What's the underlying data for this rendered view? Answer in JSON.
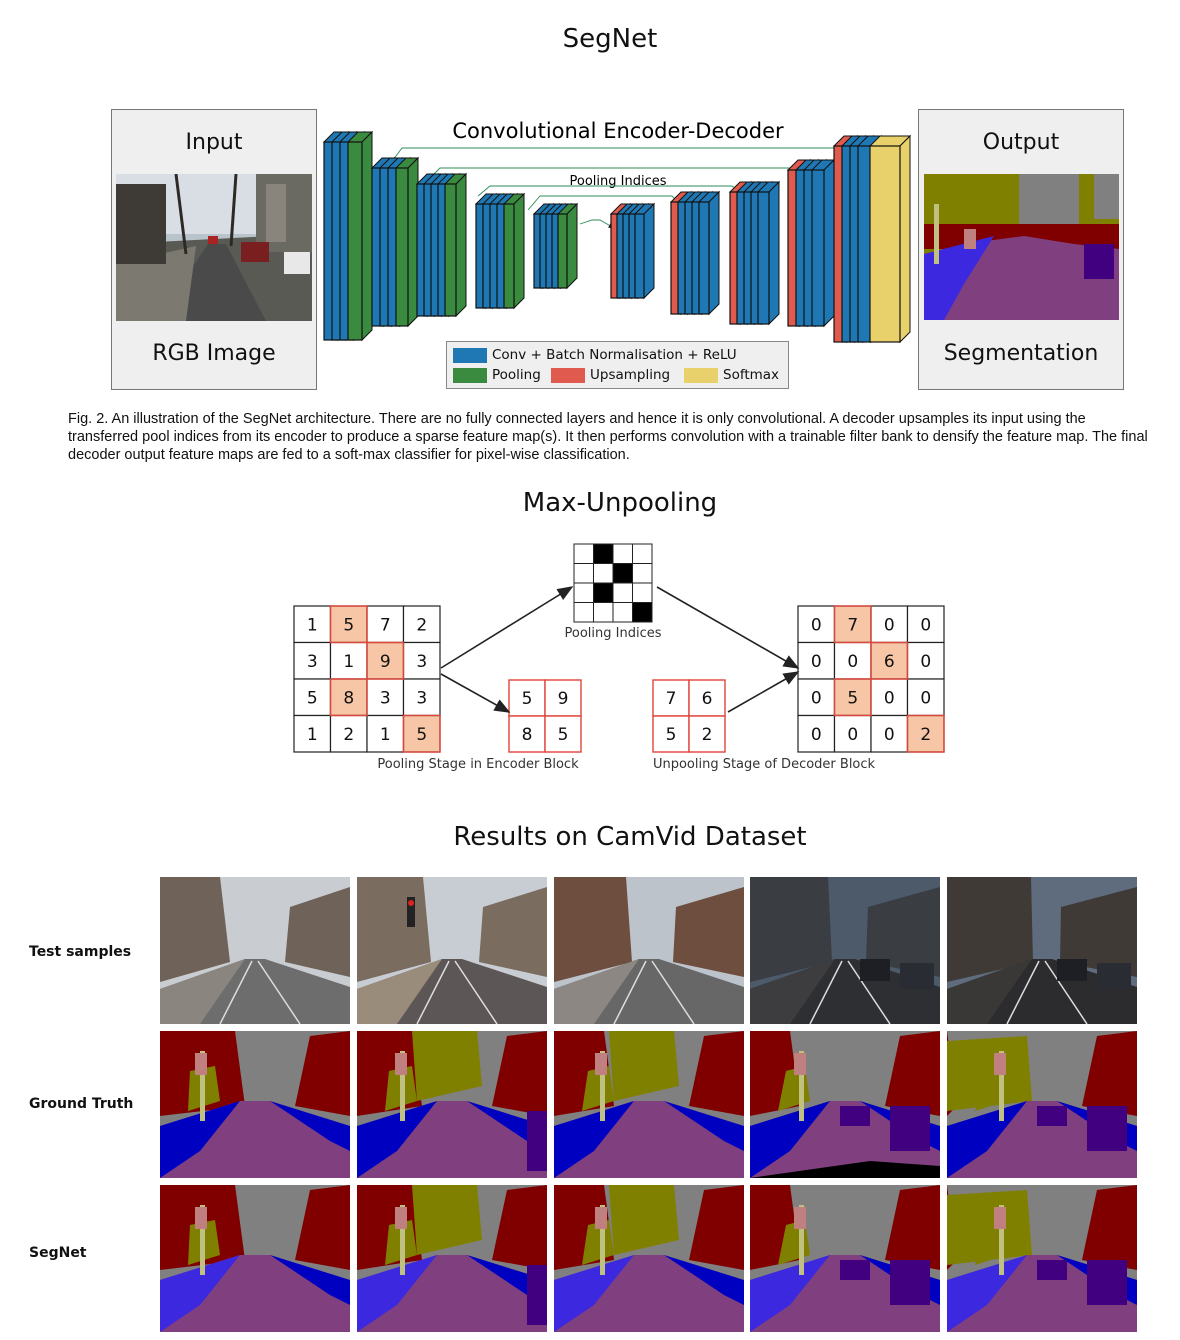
{
  "segnet": {
    "title": "SegNet",
    "input_panel": {
      "header": "Input",
      "footer": "RGB Image"
    },
    "output_panel": {
      "header": "Output",
      "footer": "Segmentation"
    },
    "arch_label": "Convolutional Encoder-Decoder",
    "indices_label": "Pooling Indices",
    "legend": [
      {
        "label": "Conv + Batch Normalisation + ReLU",
        "color": "#1f78b4"
      },
      {
        "label": "Pooling",
        "color": "#3a8a3f"
      },
      {
        "label": "Upsampling",
        "color": "#e05a4e"
      },
      {
        "label": "Softmax",
        "color": "#e8d06a"
      }
    ],
    "caption": "Fig. 2. An illustration of the SegNet architecture. There are no fully connected layers and hence it is only convolutional. A decoder upsamples its input using the transferred pool indices from its encoder to produce a sparse feature map(s). It then performs convolution with a trainable filter bank to densify the feature map. The final decoder output feature maps are fed to a soft-max classifier for pixel-wise classification."
  },
  "unpool": {
    "title": "Max-Unpooling",
    "input_grid": [
      [
        "1",
        "5",
        "7",
        "2"
      ],
      [
        "3",
        "1",
        "9",
        "3"
      ],
      [
        "5",
        "8",
        "3",
        "3"
      ],
      [
        "1",
        "2",
        "1",
        "5"
      ]
    ],
    "input_highlight": [
      [
        0,
        1
      ],
      [
        1,
        2
      ],
      [
        2,
        1
      ],
      [
        3,
        3
      ]
    ],
    "pooled_grid": [
      [
        "5",
        "9"
      ],
      [
        "8",
        "5"
      ]
    ],
    "indices_label": "Pooling Indices",
    "indices_black": [
      [
        0,
        1
      ],
      [
        1,
        2
      ],
      [
        2,
        1
      ],
      [
        3,
        3
      ]
    ],
    "decoder_input": [
      [
        "7",
        "6"
      ],
      [
        "5",
        "2"
      ]
    ],
    "output_grid": [
      [
        "0",
        "7",
        "0",
        "0"
      ],
      [
        "0",
        "0",
        "6",
        "0"
      ],
      [
        "0",
        "5",
        "0",
        "0"
      ],
      [
        "0",
        "0",
        "0",
        "2"
      ]
    ],
    "output_highlight": [
      [
        0,
        1
      ],
      [
        1,
        2
      ],
      [
        2,
        1
      ],
      [
        3,
        3
      ]
    ],
    "encoder_label": "Pooling Stage in Encoder Block",
    "decoder_label": "Unpooling Stage of Decoder Block",
    "cell_highlight_color": "#f6c6a6",
    "grid_red": "#e0453a"
  },
  "results": {
    "title": "Results on CamVid Dataset",
    "rows": [
      "Test samples",
      "Ground Truth",
      "SegNet"
    ]
  },
  "seg_colors": {
    "sky": "#808080",
    "building": "#800000",
    "tree": "#808000",
    "road": "#804080",
    "sidewalk": "#0000c0",
    "car": "#400080",
    "pole": "#c0c080",
    "sign": "#c08080",
    "pavement2": "#3c28de"
  }
}
